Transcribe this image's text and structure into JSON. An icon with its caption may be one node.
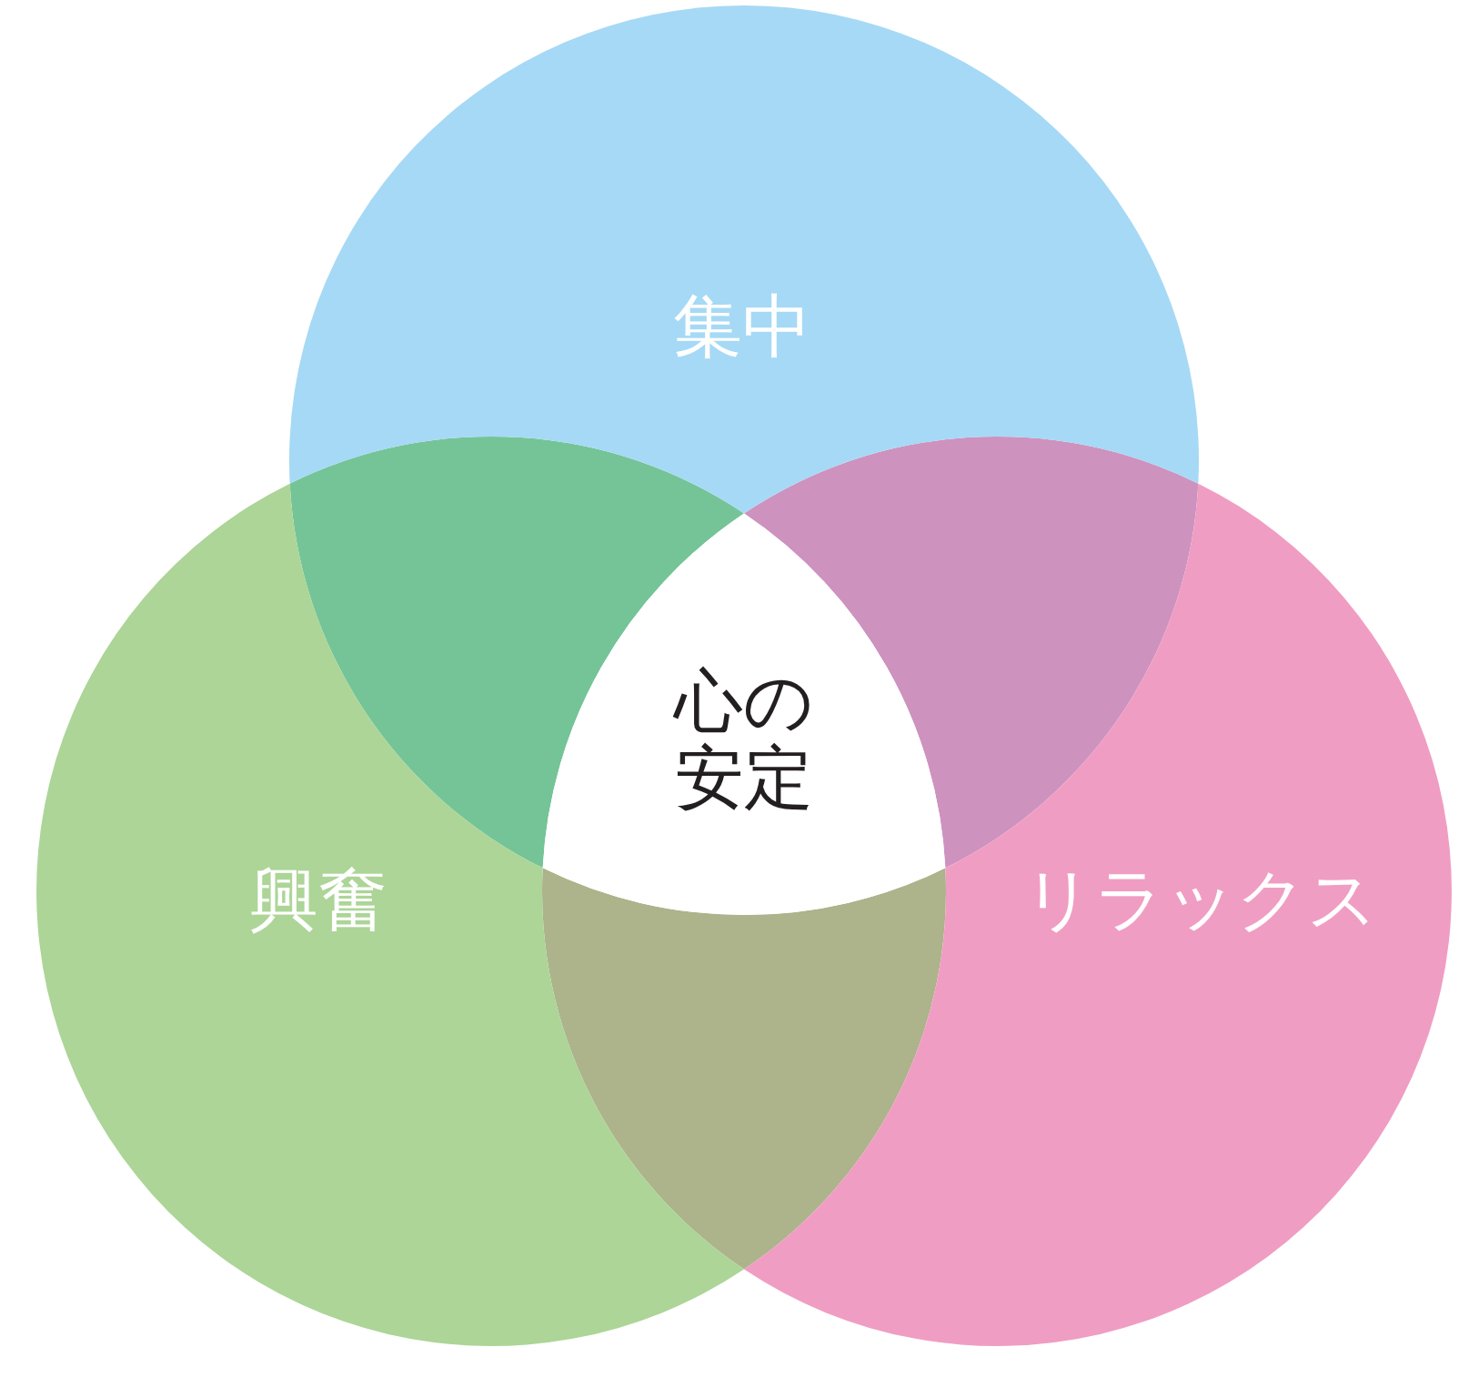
{
  "diagram": {
    "nodes": [
      {
        "text": [
          "集中"
        ]
      },
      {
        "text": [],
        "shape": "lens"
      },
      {
        "text": [],
        "shape": "lens"
      },
      {
        "text": [
          "心の安定"
        ]
      },
      {
        "text": [
          "興奮"
        ]
      },
      {
        "text": [
          "リラックス"
        ]
      },
      {
        "text": [],
        "shape": "lens"
      }
    ]
  }
}
